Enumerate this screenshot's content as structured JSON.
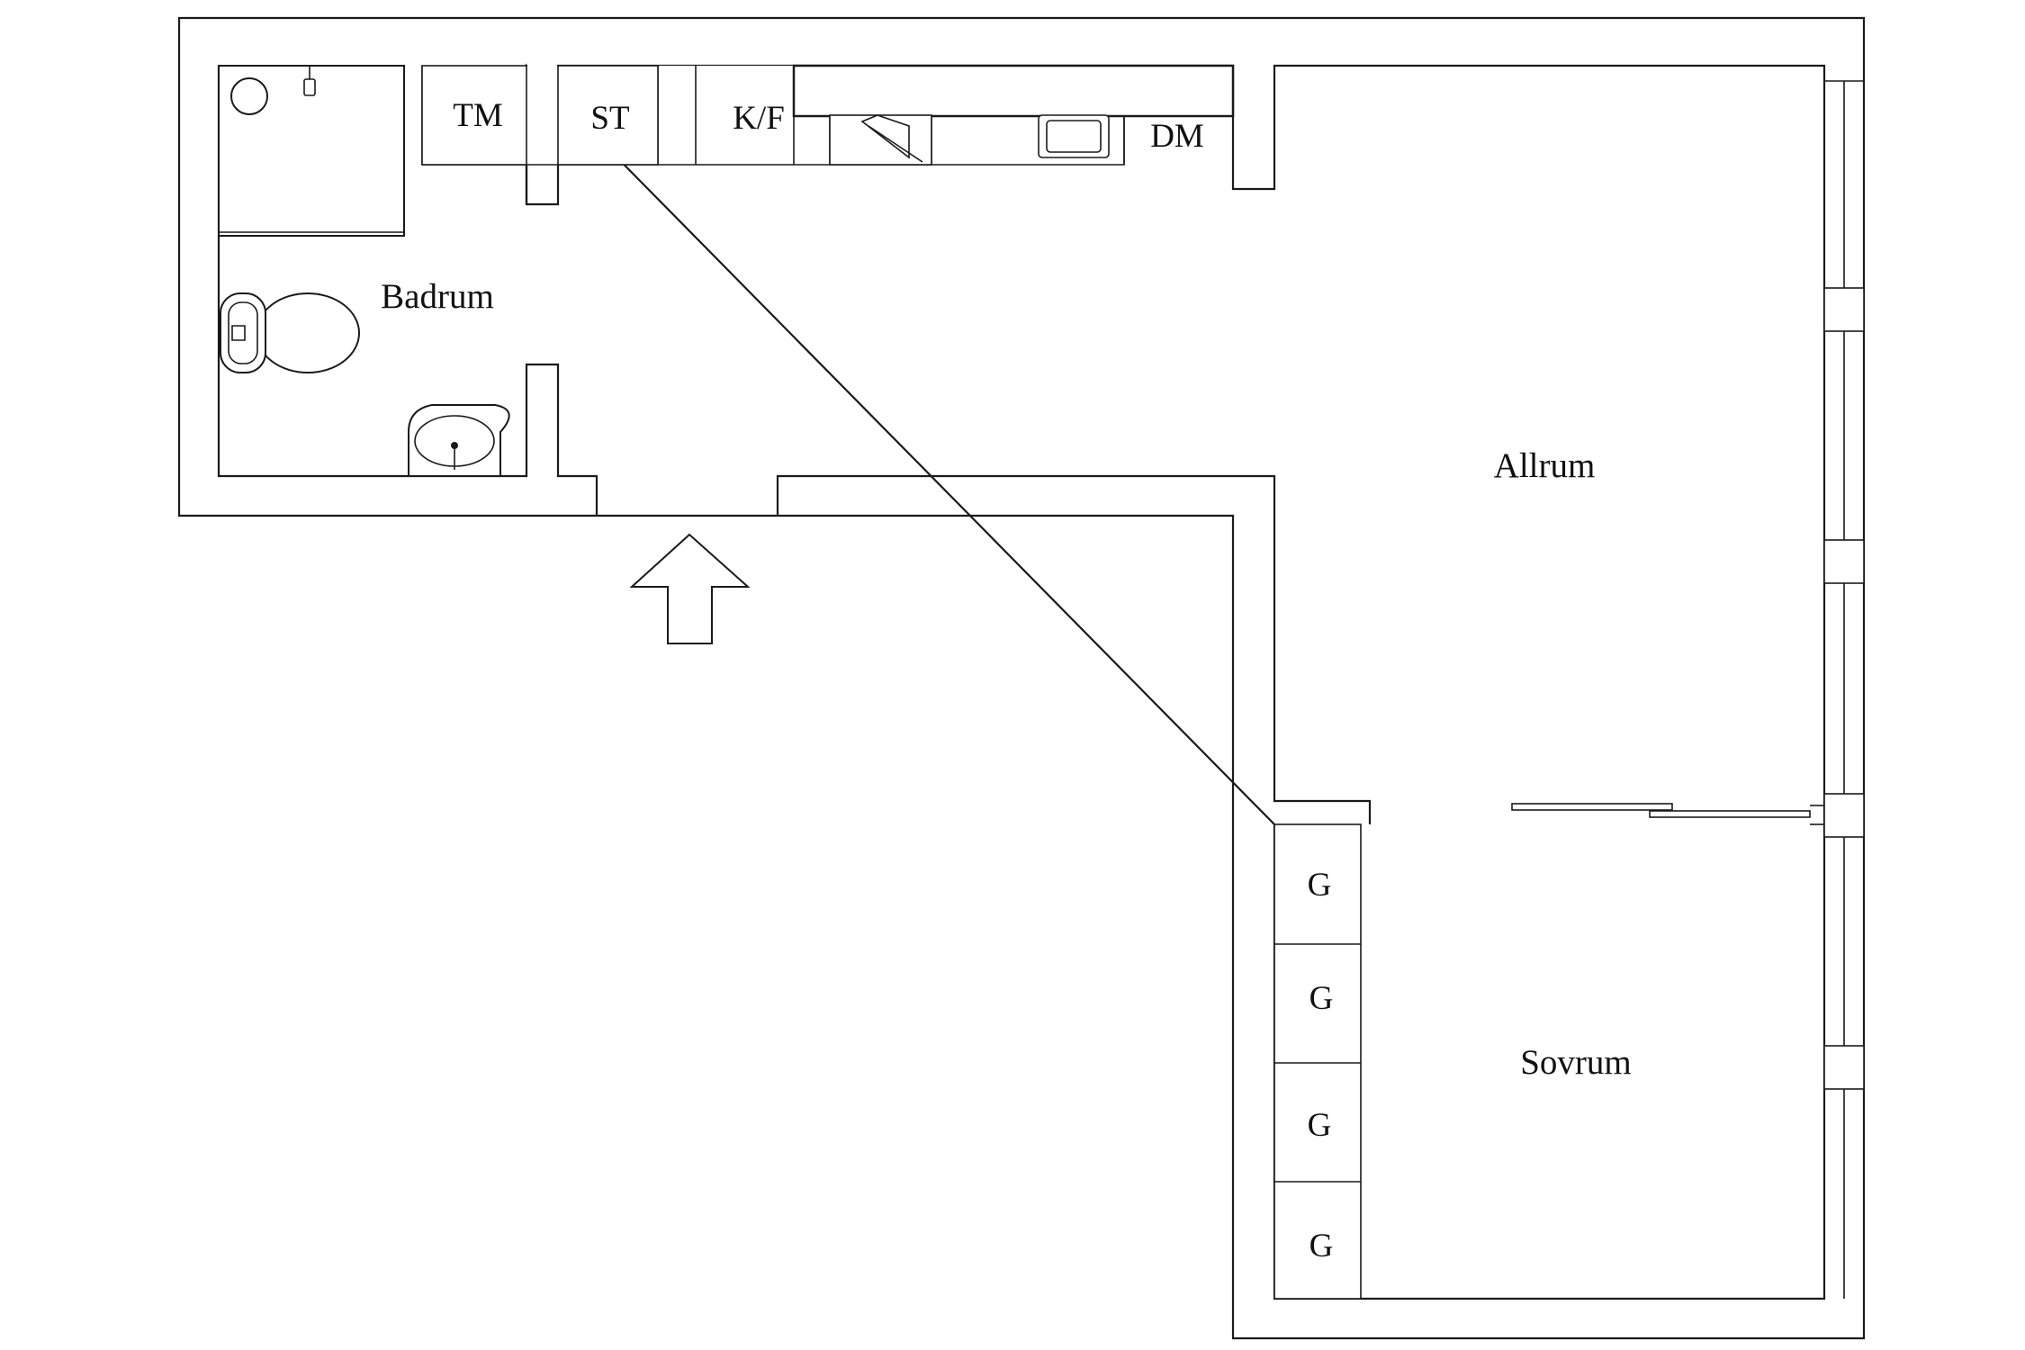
{
  "rooms": {
    "bathroom": "Badrum",
    "living_room": "Allrum",
    "bedroom": "Sovrum"
  },
  "appliances": {
    "washing_machine": "TM",
    "dryer": "ST",
    "fridge_freezer": "K/F",
    "dishwasher": "DM"
  },
  "wardrobes": [
    "G",
    "G",
    "G",
    "G"
  ],
  "icons": {
    "entrance": "entrance-arrow-icon",
    "toilet": "toilet-icon",
    "sink": "washbasin-icon",
    "shower": "shower-icon",
    "stove": "stove-icon",
    "kitchen_sink": "kitchen-sink-icon"
  },
  "colors": {
    "line": "#1a1a1a",
    "background": "#ffffff"
  }
}
